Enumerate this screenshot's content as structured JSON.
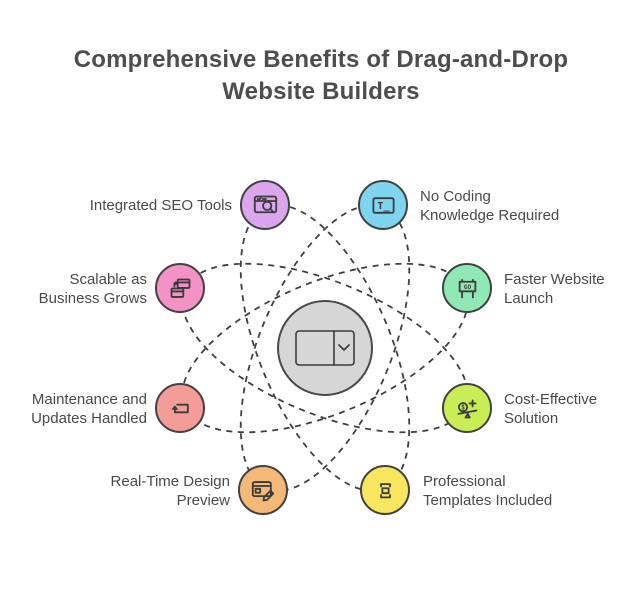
{
  "title": "Comprehensive Benefits of Drag-and-Drop Website Builders",
  "diagram": {
    "type": "hub-and-spoke infographic",
    "line_color": "#3f3f3f",
    "node_border_color": "#414141",
    "center": {
      "name": "drag-and-drop-widget",
      "fill": "#d6d6d6",
      "border": "#4a4a4a"
    }
  },
  "nodes": [
    {
      "label": "Integrated SEO Tools",
      "line1": "Integrated SEO Tools",
      "line2": "",
      "fill": "#dca6ef",
      "icon": "seo-search-icon",
      "icon_text": ""
    },
    {
      "label": "No Coding Knowledge Required",
      "line1": "No Coding",
      "line2": "Knowledge Required",
      "fill": "#7fd4f0",
      "icon": "code-editor-icon",
      "icon_text": "T_"
    },
    {
      "label": "Faster Website Launch",
      "line1": "Faster Website",
      "line2": "Launch",
      "fill": "#90e8b4",
      "icon": "go-sign-icon",
      "icon_text": "GO"
    },
    {
      "label": "Cost-Effective Solution",
      "line1": "Cost-Effective",
      "line2": "Solution",
      "fill": "#c9ee55",
      "icon": "cost-balance-icon",
      "icon_text": "$"
    },
    {
      "label": "Professional Templates Included",
      "line1": "Professional",
      "line2": "Templates Included",
      "fill": "#f8e75e",
      "icon": "template-icon",
      "icon_text": ""
    },
    {
      "label": "Real-Time Design Preview",
      "line1": "Real-Time Design",
      "line2": "Preview",
      "fill": "#f4b877",
      "icon": "design-pencil-icon",
      "icon_text": ""
    },
    {
      "label": "Maintenance and Updates Handled",
      "line1": "Maintenance and",
      "line2": "Updates Handled",
      "fill": "#f49c97",
      "icon": "refresh-icon",
      "icon_text": ""
    },
    {
      "label": "Scalable as Business Grows",
      "line1": "Scalable as",
      "line2": "Business Grows",
      "fill": "#f392c5",
      "icon": "scale-up-icon",
      "icon_text": ""
    }
  ]
}
